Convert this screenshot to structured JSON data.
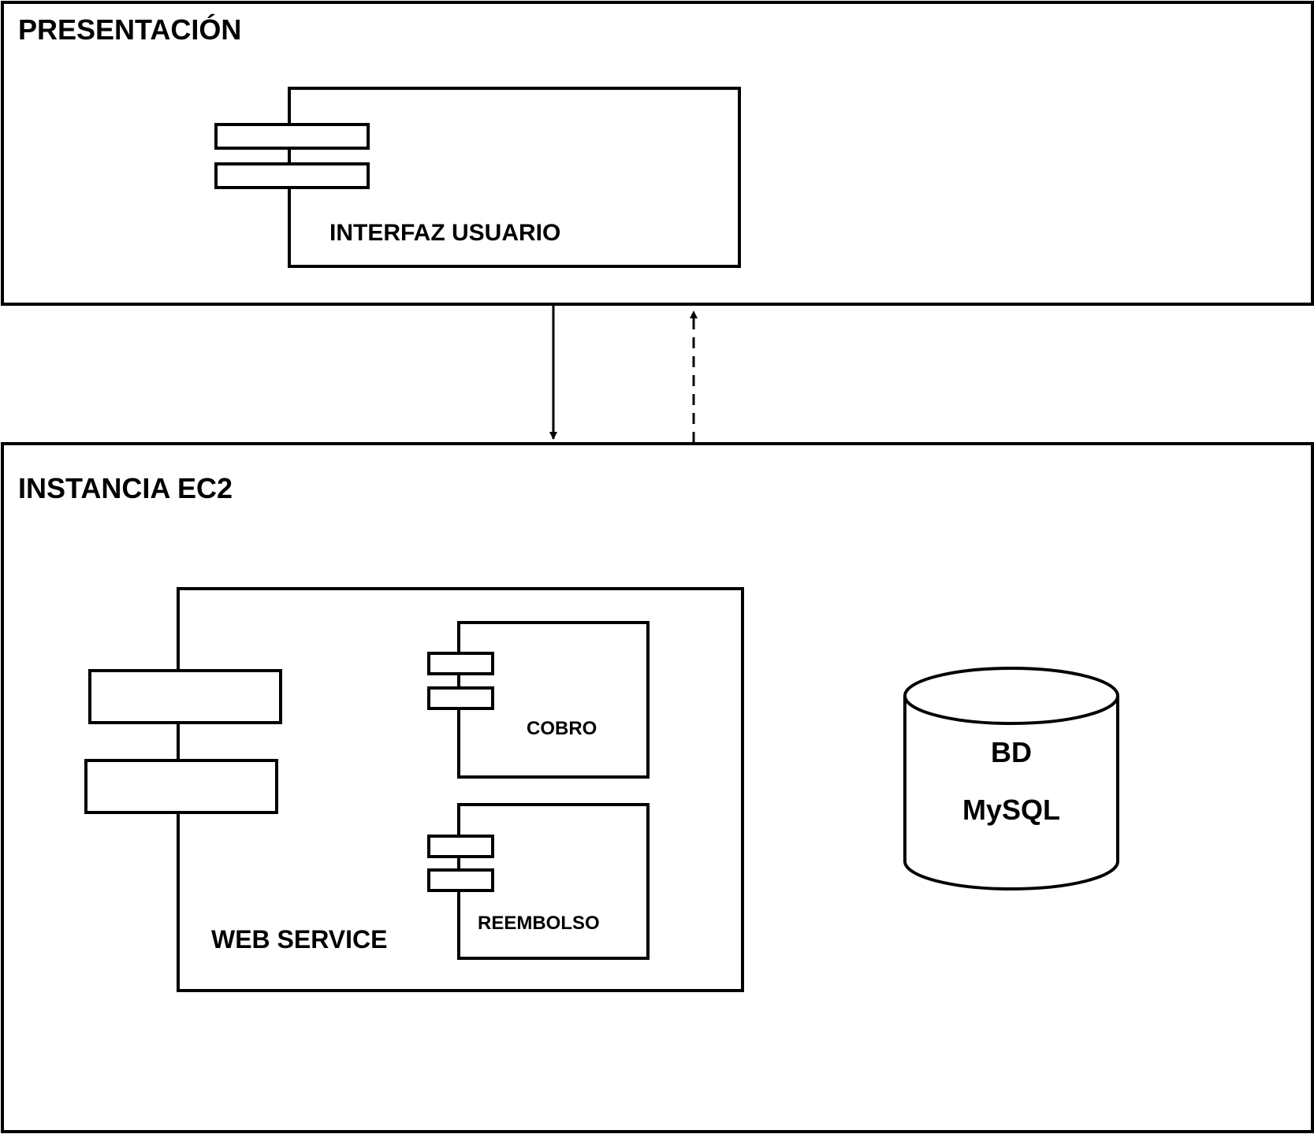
{
  "frames": {
    "presentation": {
      "title": "PRESENTACIÓN"
    },
    "ec2": {
      "title": "INSTANCIA EC2"
    }
  },
  "components": {
    "ui": {
      "label": "INTERFAZ USUARIO"
    },
    "web_service": {
      "label": "WEB SERVICE"
    },
    "cobro": {
      "label": "COBRO"
    },
    "reembolso": {
      "label": "REEMBOLSO"
    }
  },
  "database": {
    "line1": "BD",
    "line2": "MySQL"
  },
  "connections": [
    {
      "from": "presentation",
      "to": "ec2",
      "style": "solid"
    },
    {
      "from": "ec2",
      "to": "presentation",
      "style": "dashed"
    }
  ]
}
